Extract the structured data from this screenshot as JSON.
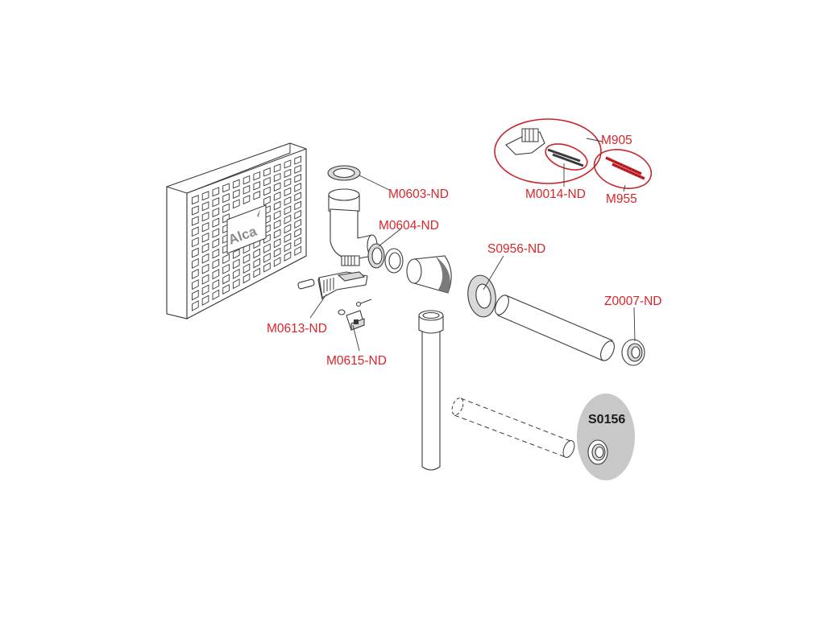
{
  "diagram": {
    "labels": {
      "m0603": "M0603-ND",
      "m0604": "M0604-ND",
      "m0613": "M0613-ND",
      "m0615": "M0615-ND",
      "m905": "M905",
      "m0014": "M0014-ND",
      "m955": "M955",
      "s0956": "S0956-ND",
      "z0007": "Z0007-ND",
      "s0156": "S0156"
    },
    "logo_text": "Alca",
    "colors": {
      "label_red": "#d8262c",
      "label_dark": "#1a1a1a",
      "highlight_grey": "#c8c8c8",
      "line": "#3a3a3a"
    }
  }
}
